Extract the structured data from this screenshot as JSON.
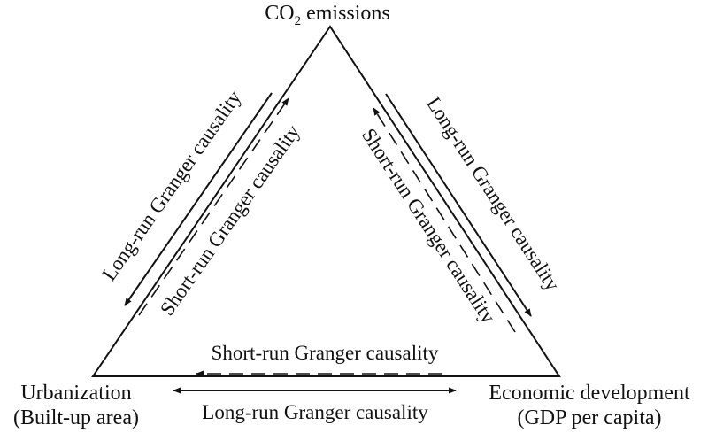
{
  "nodes": {
    "co2": {
      "label_main": "CO",
      "label_sub": "2",
      "label_rest": " emissions"
    },
    "urbanization": {
      "line1": "Urbanization",
      "line2": "(Built-up area)"
    },
    "economic": {
      "line1": "Economic development",
      "line2": "(GDP per capita)"
    }
  },
  "edges": {
    "left_long": "Long-run Granger causality",
    "left_short": "Short-run Granger causality",
    "right_long": "Long-run Granger causality",
    "right_short": "Short-run Granger causality",
    "bottom_short": "Short-run Granger causality",
    "bottom_long": "Long-run Granger causality"
  },
  "colors": {
    "ink": "#111111",
    "background": "#ffffff"
  }
}
